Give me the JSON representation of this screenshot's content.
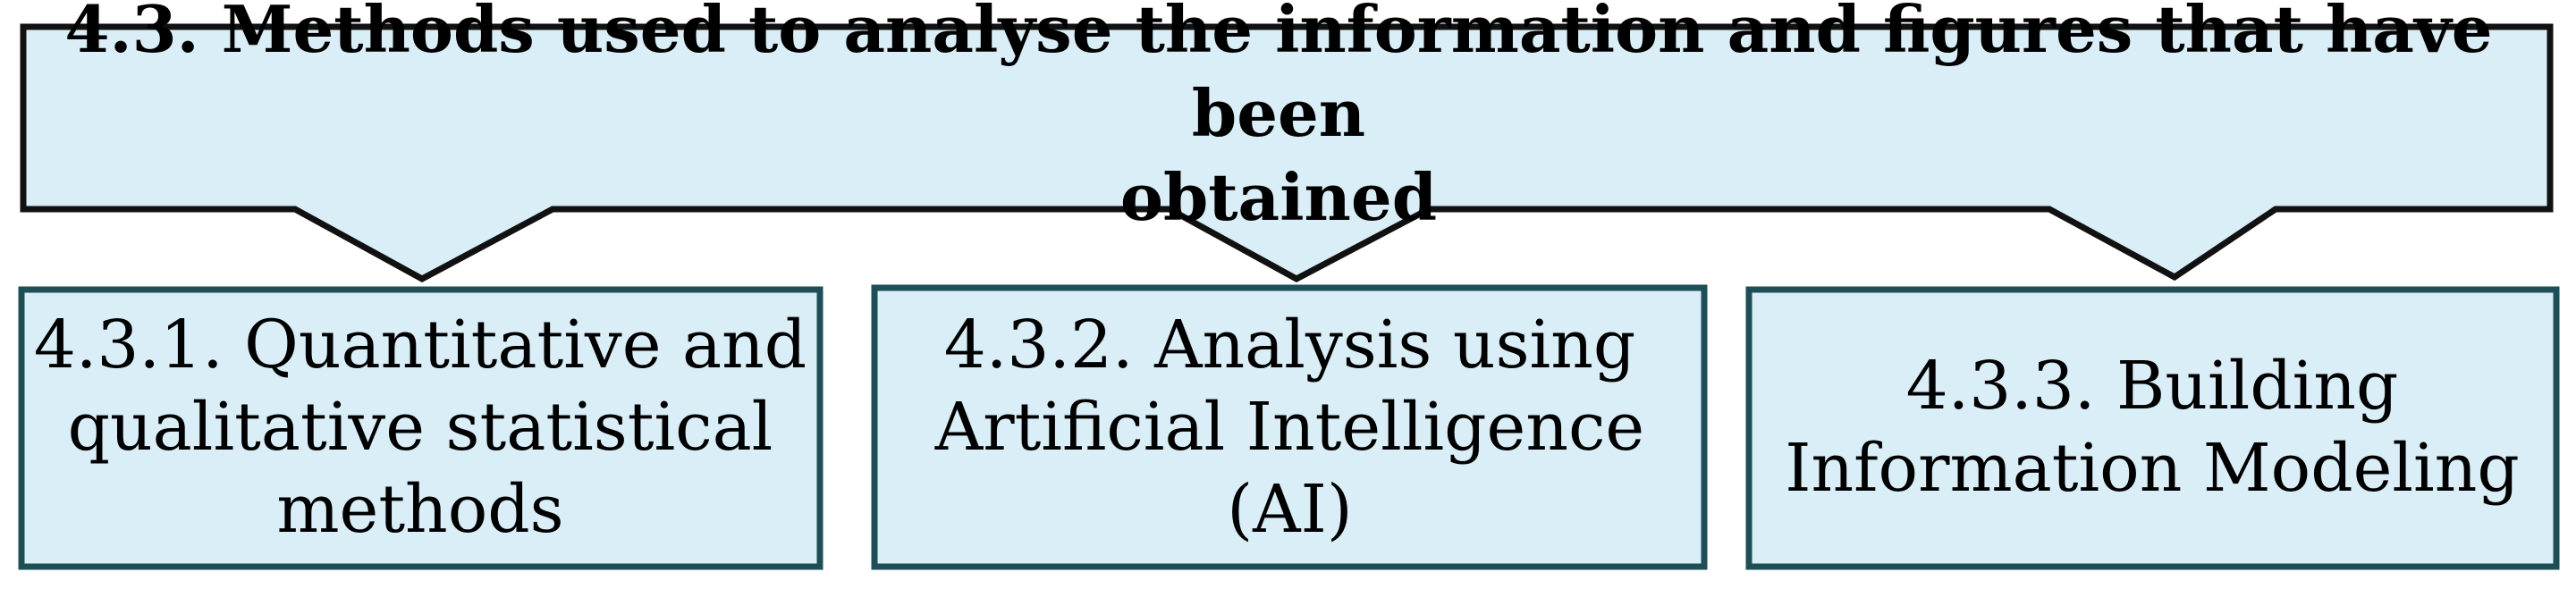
{
  "colors": {
    "box_fill": "#daeef8",
    "main_border": "#111111",
    "child_border": "#1e4f57"
  },
  "main": {
    "line1": "4.3. Methods used to analyse the information and figures that have been",
    "line2": "obtained"
  },
  "children": [
    {
      "line1": "4.3.1. Quantitative and",
      "line2": "qualitative statistical",
      "line3": "methods"
    },
    {
      "line1": "4.3.2. Analysis using",
      "line2": "Artificial Intelligence (AI)"
    },
    {
      "line1": "4.3.3. Building",
      "line2": "Information Modeling"
    }
  ]
}
